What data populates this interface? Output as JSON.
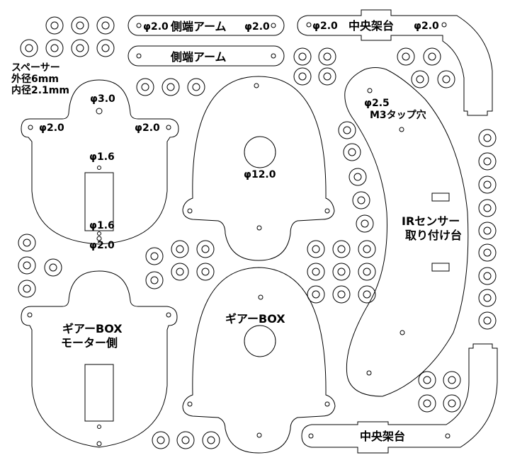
{
  "labels": {
    "spacer_title": "スペーサー",
    "spacer_outer": "外径6mm",
    "spacer_inner": "内径2.1mm",
    "side_arm_dims_left": "φ2.0",
    "side_arm_name_1": "側端アーム",
    "side_arm_dims_right": "φ2.0",
    "side_arm_name_2": "側端アーム",
    "center_dims_left": "φ2.0",
    "center_name_1": "中央架台",
    "center_dims_right": "φ2.0",
    "center_name_2": "中央架台",
    "motor_top_hole": "φ3.0",
    "motor_left_hole": "φ2.0",
    "motor_right_hole": "φ2.0",
    "motor_slot_top": "φ1.6",
    "motor_slot_bottom": "φ1.6",
    "motor_bottom_hole": "φ2.0",
    "big_hole": "φ12.0",
    "ir_hole": "φ2.5",
    "ir_tap": "M3タップ穴",
    "ir_name_1": "IRセンサー",
    "ir_name_2": "取り付け台",
    "gearbox_1": "ギアーBOX",
    "gearbox_2": "モーター側",
    "gearbox_3": "ギアーBOX"
  },
  "colors": {
    "stroke": "#000000",
    "background": "#ffffff"
  }
}
